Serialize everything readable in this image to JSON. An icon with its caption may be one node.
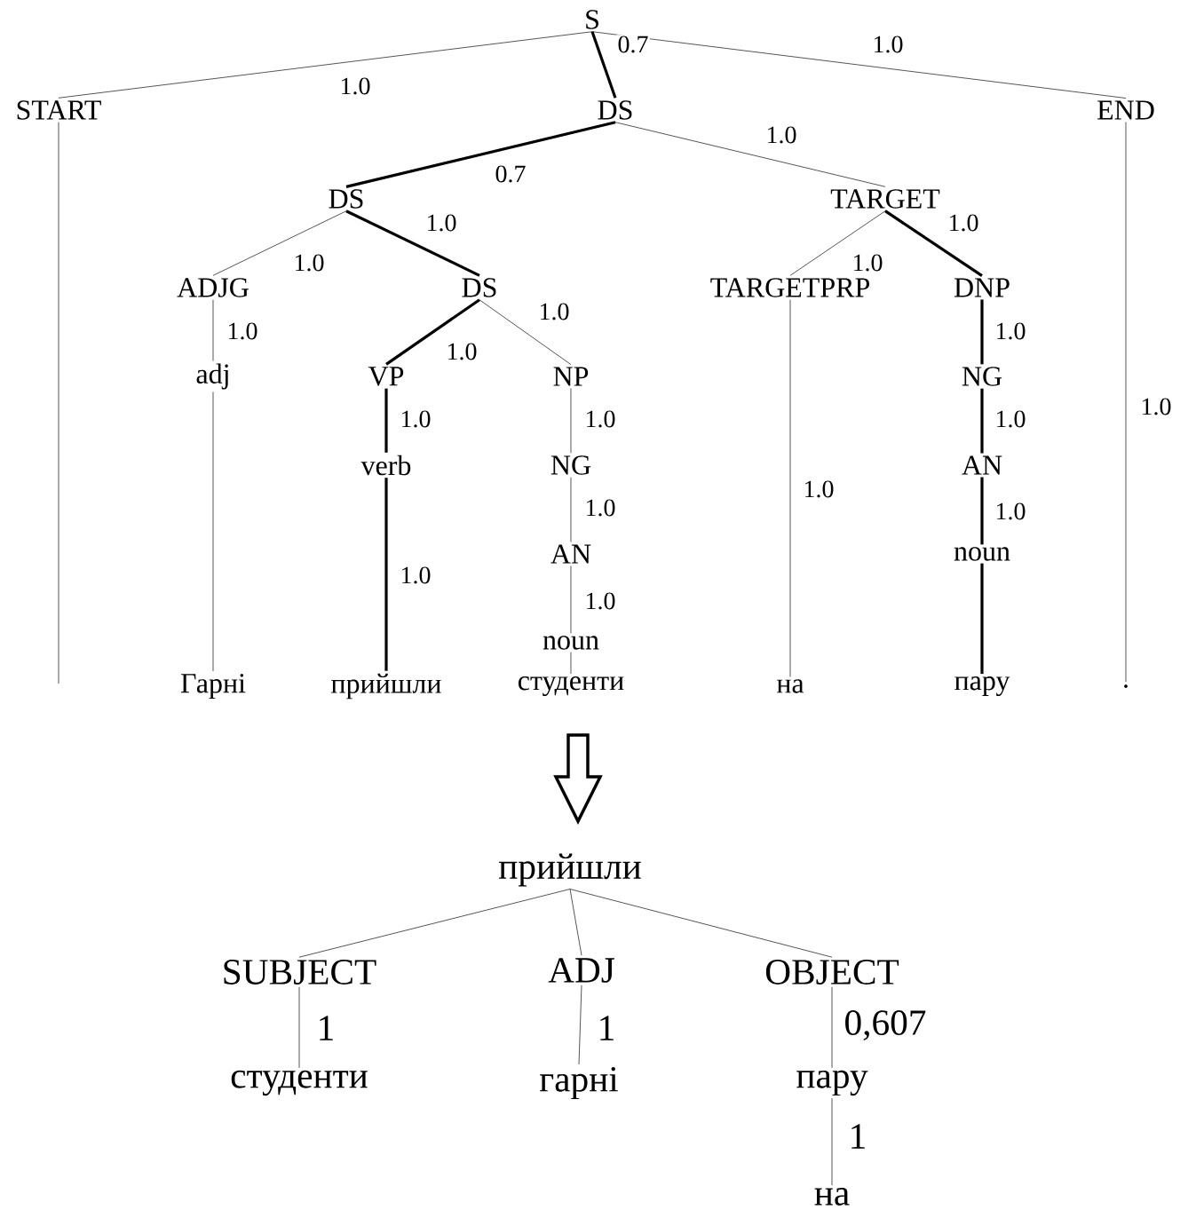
{
  "diagram": {
    "nodes": [
      {
        "text": [
          "S"
        ]
      },
      {
        "text": [
          "START"
        ]
      },
      {
        "text": [
          "DS"
        ]
      },
      {
        "text": [
          "END"
        ]
      },
      {
        "text": [
          "DS"
        ]
      },
      {
        "text": [
          "TARGET"
        ]
      },
      {
        "text": [
          "ADJG"
        ]
      },
      {
        "text": [
          "DS"
        ]
      },
      {
        "text": [
          "TARGETPRP"
        ]
      },
      {
        "text": [
          "DNP"
        ]
      },
      {
        "text": [
          "adj"
        ]
      },
      {
        "text": [
          "VP"
        ]
      },
      {
        "text": [
          "NP"
        ]
      },
      {
        "text": [
          "NG"
        ]
      },
      {
        "text": [
          "verb"
        ]
      },
      {
        "text": [
          "NG"
        ]
      },
      {
        "text": [
          "AN"
        ]
      },
      {
        "text": [
          "AN"
        ]
      },
      {
        "text": [
          "noun"
        ]
      },
      {
        "text": [
          "noun"
        ]
      },
      {
        "text": [
          "Гарні"
        ]
      },
      {
        "text": [
          "прийшли"
        ]
      },
      {
        "text": [
          "студенти"
        ]
      },
      {
        "text": [
          "на"
        ]
      },
      {
        "text": [
          "пару"
        ]
      },
      {
        "text": [
          "."
        ]
      },
      {
        "text": [
          "прийшли"
        ]
      },
      {
        "text": [
          "SUBJECT"
        ]
      },
      {
        "text": [
          "ADJ"
        ]
      },
      {
        "text": [
          "OBJECT"
        ]
      },
      {
        "text": [
          "студенти"
        ]
      },
      {
        "text": [
          "гарні"
        ]
      },
      {
        "text": [
          "пару"
        ]
      },
      {
        "text": [
          "на"
        ]
      }
    ],
    "edges": [
      {
        "from": 0,
        "to": 1,
        "arrow": "none",
        "label": "1.0"
      },
      {
        "from": 0,
        "to": 2,
        "arrow": "none",
        "label": "0.7",
        "style": "thick"
      },
      {
        "from": 0,
        "to": 3,
        "arrow": "none",
        "label": "1.0"
      },
      {
        "from": 1,
        "to": null,
        "arrow": "none"
      },
      {
        "from": 2,
        "to": 4,
        "arrow": "none",
        "label": "0.7",
        "style": "thick"
      },
      {
        "from": 2,
        "to": 5,
        "arrow": "none",
        "label": "1.0"
      },
      {
        "from": 3,
        "to": 25,
        "arrow": "none",
        "label": "1.0"
      },
      {
        "from": 4,
        "to": 6,
        "arrow": "none",
        "label": "1.0"
      },
      {
        "from": 4,
        "to": 7,
        "arrow": "none",
        "label": "1.0",
        "style": "thick"
      },
      {
        "from": 5,
        "to": 8,
        "arrow": "none",
        "label": "1.0"
      },
      {
        "from": 5,
        "to": 9,
        "arrow": "none",
        "label": "1.0",
        "style": "thick"
      },
      {
        "from": 6,
        "to": 10,
        "arrow": "none",
        "label": "1.0"
      },
      {
        "from": 7,
        "to": 11,
        "arrow": "none",
        "label": "1.0",
        "style": "thick"
      },
      {
        "from": 7,
        "to": 12,
        "arrow": "none",
        "label": "1.0"
      },
      {
        "from": 8,
        "to": 23,
        "arrow": "none",
        "label": "1.0"
      },
      {
        "from": 9,
        "to": 13,
        "arrow": "none",
        "label": "1.0",
        "style": "thick"
      },
      {
        "from": 10,
        "to": 20,
        "arrow": "none"
      },
      {
        "from": 11,
        "to": 14,
        "arrow": "none",
        "label": "1.0",
        "style": "thick"
      },
      {
        "from": 12,
        "to": 15,
        "arrow": "none",
        "label": "1.0"
      },
      {
        "from": 13,
        "to": 16,
        "arrow": "none",
        "label": "1.0",
        "style": "thick"
      },
      {
        "from": 14,
        "to": 21,
        "arrow": "none",
        "label": "1.0",
        "style": "thick"
      },
      {
        "from": 15,
        "to": 17,
        "arrow": "none",
        "label": "1.0"
      },
      {
        "from": 16,
        "to": 18,
        "arrow": "none",
        "label": "1.0",
        "style": "thick"
      },
      {
        "from": 17,
        "to": 19,
        "arrow": "none",
        "label": "1.0"
      },
      {
        "from": 18,
        "to": 24,
        "arrow": "none",
        "style": "thick"
      },
      {
        "from": 19,
        "to": 22,
        "arrow": "none"
      },
      {
        "from": 26,
        "to": 27,
        "arrow": "none"
      },
      {
        "from": 26,
        "to": 28,
        "arrow": "none"
      },
      {
        "from": 26,
        "to": 29,
        "arrow": "none"
      },
      {
        "from": 27,
        "to": 30,
        "arrow": "none",
        "label": "1"
      },
      {
        "from": 28,
        "to": 31,
        "arrow": "none",
        "label": "1"
      },
      {
        "from": 29,
        "to": 32,
        "arrow": "none",
        "label": "0,607"
      },
      {
        "from": 32,
        "to": 33,
        "arrow": "none",
        "label": "1"
      }
    ]
  }
}
